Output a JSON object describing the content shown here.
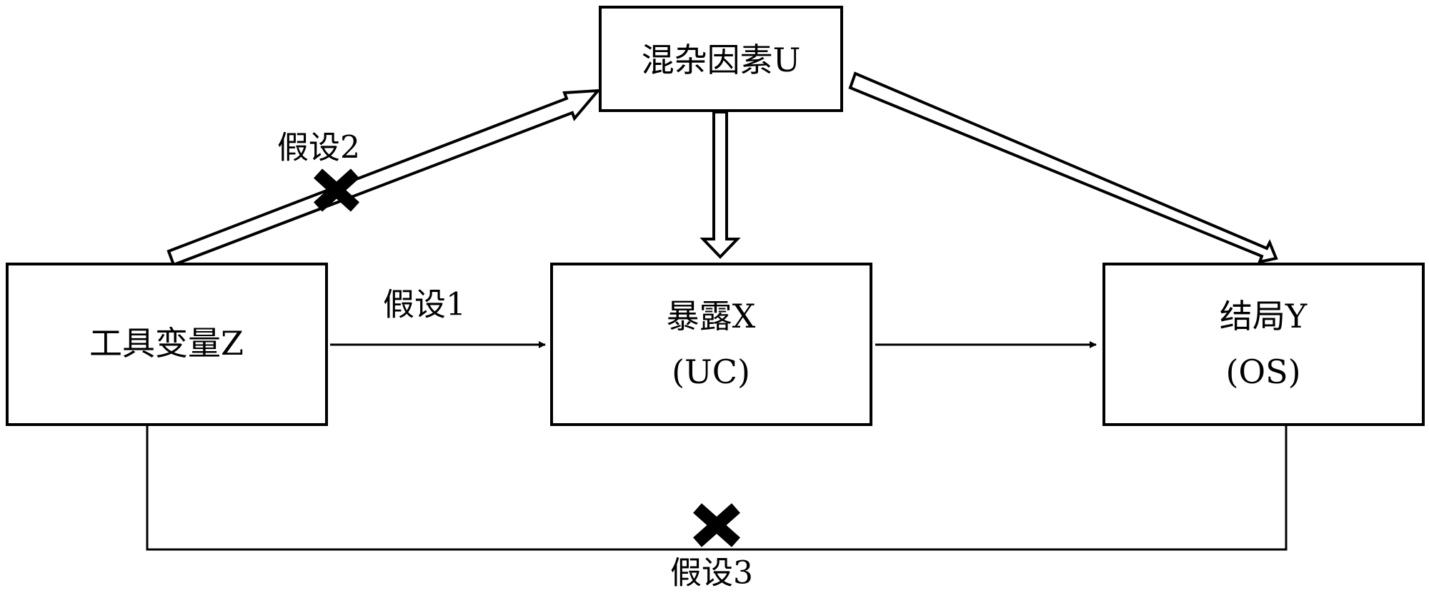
{
  "nodes": {
    "confounder": {
      "label": "混杂因素U"
    },
    "instrument": {
      "label": "工具变量Z"
    },
    "exposure": {
      "label": "暴露X",
      "sublabel": "(UC)"
    },
    "outcome": {
      "label": "结局Y",
      "sublabel": "(OS)"
    }
  },
  "assumptions": {
    "a1": "假设1",
    "a2": "假设2",
    "a3": "假设3"
  },
  "colors": {
    "line": "#000000",
    "background": "#ffffff"
  }
}
